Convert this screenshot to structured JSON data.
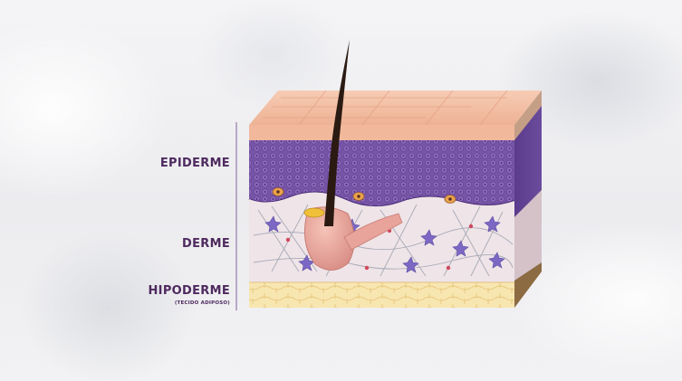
{
  "layers": {
    "epiderme": "EPIDERME",
    "derme": "DERME",
    "hipoderme": "HIPODERME",
    "hipoderme_note": "(TECIDO ADIPOSO)"
  },
  "colors": {
    "label_text": "#4e2a5f",
    "surface": "#f4bfa5",
    "epidermis": "#7654a6",
    "dermis": "#efe4e8",
    "hypodermis": "#f7e4ad"
  },
  "icons": [
    "hair",
    "hair-follicle",
    "sebaceous-gland",
    "melanocyte",
    "dermal-cell"
  ]
}
